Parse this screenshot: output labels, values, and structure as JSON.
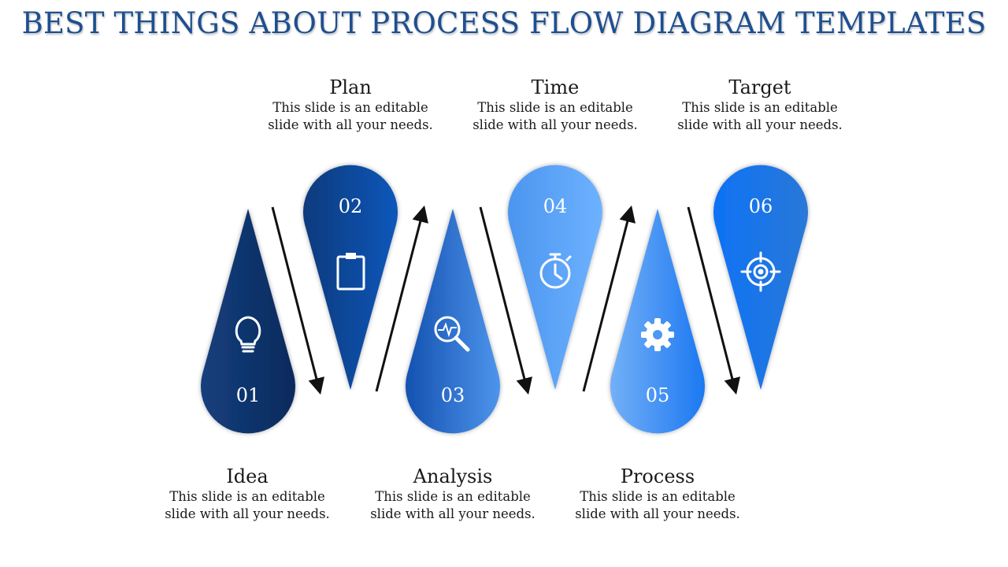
{
  "title": "BEST THINGS ABOUT PROCESS FLOW DIAGRAM TEMPLATES",
  "steps": [
    {
      "number": "01",
      "title": "Idea",
      "desc_line1": "This slide is an editable",
      "desc_line2": "slide with all your needs.",
      "icon": "lightbulb-icon",
      "orientation": "up"
    },
    {
      "number": "02",
      "title": "Plan",
      "desc_line1": "This slide is an editable",
      "desc_line2": "slide with all your needs.",
      "icon": "clipboard-icon",
      "orientation": "down"
    },
    {
      "number": "03",
      "title": "Analysis",
      "desc_line1": "This slide is an editable",
      "desc_line2": "slide with all your needs.",
      "icon": "magnifier-pulse-icon",
      "orientation": "up"
    },
    {
      "number": "04",
      "title": "Time",
      "desc_line1": "This slide is an editable",
      "desc_line2": "slide with all your needs.",
      "icon": "stopwatch-icon",
      "orientation": "down"
    },
    {
      "number": "05",
      "title": "Process",
      "desc_line1": "This slide is an editable",
      "desc_line2": "slide with all your needs.",
      "icon": "gear-icon",
      "orientation": "up"
    },
    {
      "number": "06",
      "title": "Target",
      "desc_line1": "This slide is an editable",
      "desc_line2": "slide with all your needs.",
      "icon": "target-icon",
      "orientation": "down"
    }
  ],
  "colors": {
    "title": "#1e4f8f",
    "step1": [
      "#0f3a78",
      "#0a2a5c"
    ],
    "step2": [
      "#0c3d82",
      "#0a56b8"
    ],
    "step3": [
      "#1557b8",
      "#4a90ea"
    ],
    "step4": [
      "#4a94ee",
      "#6db0ff"
    ],
    "step5": [
      "#6aaaf5",
      "#1f7bf2"
    ],
    "step6": [
      "#0f6ef0",
      "#2c7fe0"
    ],
    "arrow": "#111111"
  }
}
